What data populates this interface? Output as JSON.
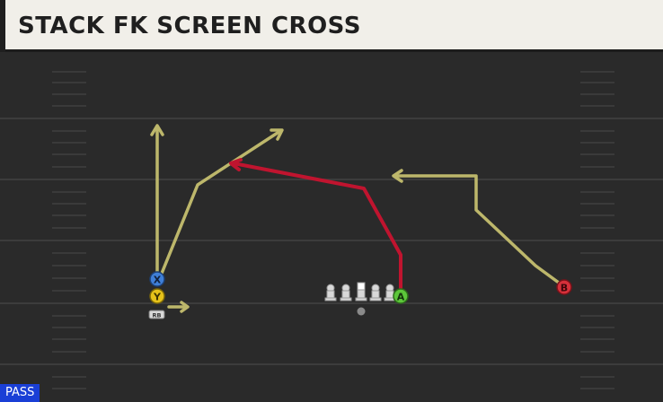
{
  "play": {
    "title": "STACK FK SCREEN CROSS",
    "tag": "PASS"
  },
  "players": {
    "x": "X",
    "y": "Y",
    "rb": "RB",
    "a": "A",
    "b": "B"
  },
  "colors": {
    "route_primary": "#bdb76b",
    "route_highlight": "#c0142f",
    "field_bg": "#2a2a2a",
    "x_icon": "#3f7fd8",
    "y_icon": "#e6c21a",
    "a_icon": "#5cc63a",
    "b_icon": "#d6303a"
  }
}
